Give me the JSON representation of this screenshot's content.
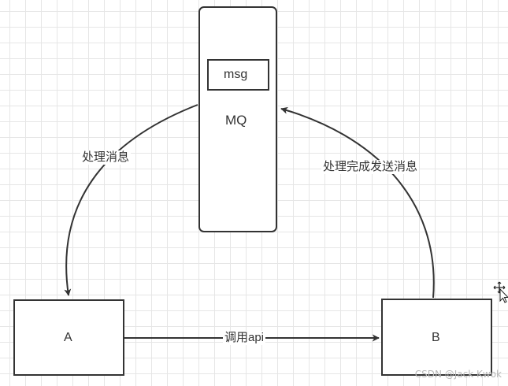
{
  "nodes": {
    "mq": {
      "label": "MQ",
      "inner_label": "msg"
    },
    "a": {
      "label": "A"
    },
    "b": {
      "label": "B"
    }
  },
  "edges": {
    "mq_to_a": {
      "label": "处理消息"
    },
    "a_to_b": {
      "label": "调用api"
    },
    "b_to_mq": {
      "label": "处理完成发送消息"
    }
  },
  "watermark": "CSDN @Jack Kwok",
  "icons": {
    "cursor": "move-cursor-icon"
  },
  "colors": {
    "stroke": "#333333",
    "text": "#333333",
    "grid": "#e6e6e6"
  }
}
